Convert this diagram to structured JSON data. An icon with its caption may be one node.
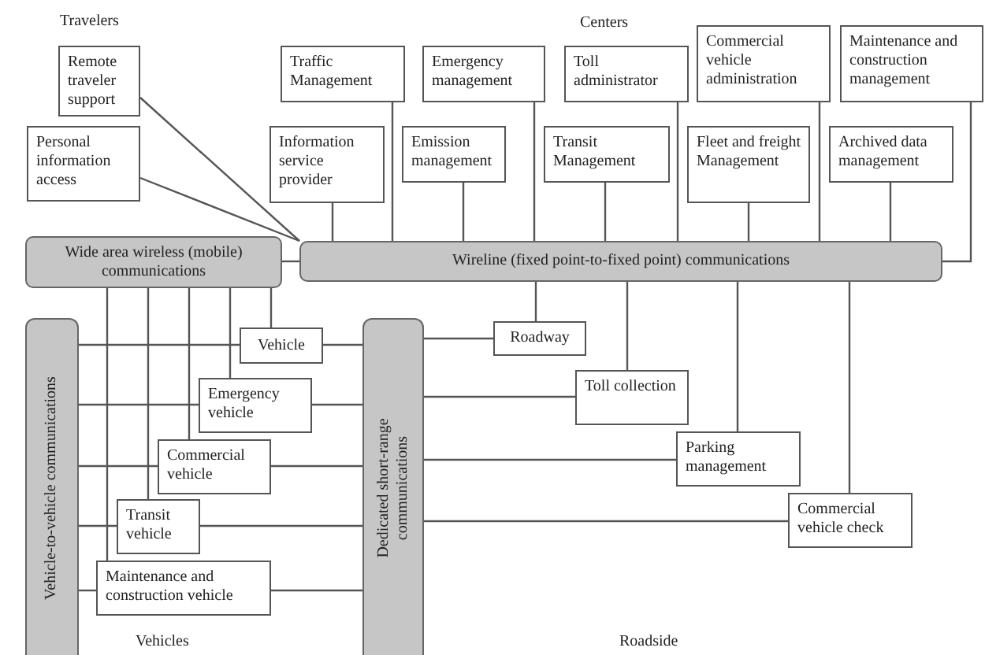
{
  "diagram": {
    "nodes": [
      {
        "text": [
          "Remote traveler support"
        ]
      },
      {
        "text": [
          "Personal information access"
        ]
      },
      {
        "text": [
          "Traffic Management"
        ]
      },
      {
        "text": [
          "Emergency management"
        ]
      },
      {
        "text": [
          "Toll administrator"
        ]
      },
      {
        "text": [
          "Commercial vehicle administration"
        ]
      },
      {
        "text": [
          "Maintenance and construction management"
        ]
      },
      {
        "text": [
          "Information service provider"
        ]
      },
      {
        "text": [
          "Emission management"
        ]
      },
      {
        "text": [
          "Transit Management"
        ]
      },
      {
        "text": [
          "Fleet and freight Management"
        ]
      },
      {
        "text": [
          "Archived data management"
        ]
      },
      {
        "text": [
          "Wide area wireless (mobile) communications"
        ]
      },
      {
        "text": [
          "Wireline (fixed point-to-fixed point) communications"
        ]
      },
      {
        "text": [
          "Vehicle-to-vehicle communications"
        ]
      },
      {
        "text": [
          "Vehicle"
        ]
      },
      {
        "text": [
          "Emergency vehicle"
        ]
      },
      {
        "text": [
          "Commercial vehicle"
        ]
      },
      {
        "text": [
          "Transit vehicle"
        ]
      },
      {
        "text": [
          "Maintenance and construction vehicle"
        ]
      },
      {
        "text": [
          "Dedicated short-range communications"
        ]
      },
      {
        "text": [
          "Roadway"
        ]
      },
      {
        "text": [
          "Toll collection"
        ]
      },
      {
        "text": [
          "Parking management"
        ]
      },
      {
        "text": [
          "Commercial vehicle check"
        ]
      }
    ],
    "edges": [
      {
        "from": 0,
        "to": 13,
        "arrow": "none"
      },
      {
        "from": 1,
        "to": 13,
        "arrow": "none"
      },
      {
        "from": 2,
        "to": 13,
        "arrow": "none"
      },
      {
        "from": 3,
        "to": 13,
        "arrow": "none"
      },
      {
        "from": 4,
        "to": 13,
        "arrow": "none"
      },
      {
        "from": 5,
        "to": 13,
        "arrow": "none"
      },
      {
        "from": 6,
        "to": 13,
        "arrow": "none"
      },
      {
        "from": 7,
        "to": 13,
        "arrow": "none"
      },
      {
        "from": 8,
        "to": 13,
        "arrow": "none"
      },
      {
        "from": 9,
        "to": 13,
        "arrow": "none"
      },
      {
        "from": 10,
        "to": 13,
        "arrow": "none"
      },
      {
        "from": 11,
        "to": 13,
        "arrow": "none"
      },
      {
        "from": 12,
        "to": 13,
        "arrow": "none"
      },
      {
        "from": 12,
        "to": 19,
        "arrow": "none"
      },
      {
        "from": 12,
        "to": 18,
        "arrow": "none"
      },
      {
        "from": 12,
        "to": 17,
        "arrow": "none"
      },
      {
        "from": 12,
        "to": 16,
        "arrow": "none"
      },
      {
        "from": 12,
        "to": 15,
        "arrow": "none"
      },
      {
        "from": 14,
        "to": 15,
        "arrow": "none"
      },
      {
        "from": 14,
        "to": 16,
        "arrow": "none"
      },
      {
        "from": 14,
        "to": 17,
        "arrow": "none"
      },
      {
        "from": 14,
        "to": 18,
        "arrow": "none"
      },
      {
        "from": 14,
        "to": 19,
        "arrow": "none"
      },
      {
        "from": 15,
        "to": 20,
        "arrow": "none"
      },
      {
        "from": 16,
        "to": 20,
        "arrow": "none"
      },
      {
        "from": 17,
        "to": 20,
        "arrow": "none"
      },
      {
        "from": 18,
        "to": 20,
        "arrow": "none"
      },
      {
        "from": 19,
        "to": 20,
        "arrow": "none"
      },
      {
        "from": 20,
        "to": 21,
        "arrow": "none"
      },
      {
        "from": 20,
        "to": 22,
        "arrow": "none"
      },
      {
        "from": 20,
        "to": 23,
        "arrow": "none"
      },
      {
        "from": 20,
        "to": 24,
        "arrow": "none"
      },
      {
        "from": 13,
        "to": 21,
        "arrow": "none"
      },
      {
        "from": 13,
        "to": 22,
        "arrow": "none"
      },
      {
        "from": 13,
        "to": 23,
        "arrow": "none"
      },
      {
        "from": 13,
        "to": 24,
        "arrow": "none"
      }
    ],
    "labels": [
      "Travelers",
      "Centers",
      "Vehicles",
      "Roadside"
    ]
  }
}
